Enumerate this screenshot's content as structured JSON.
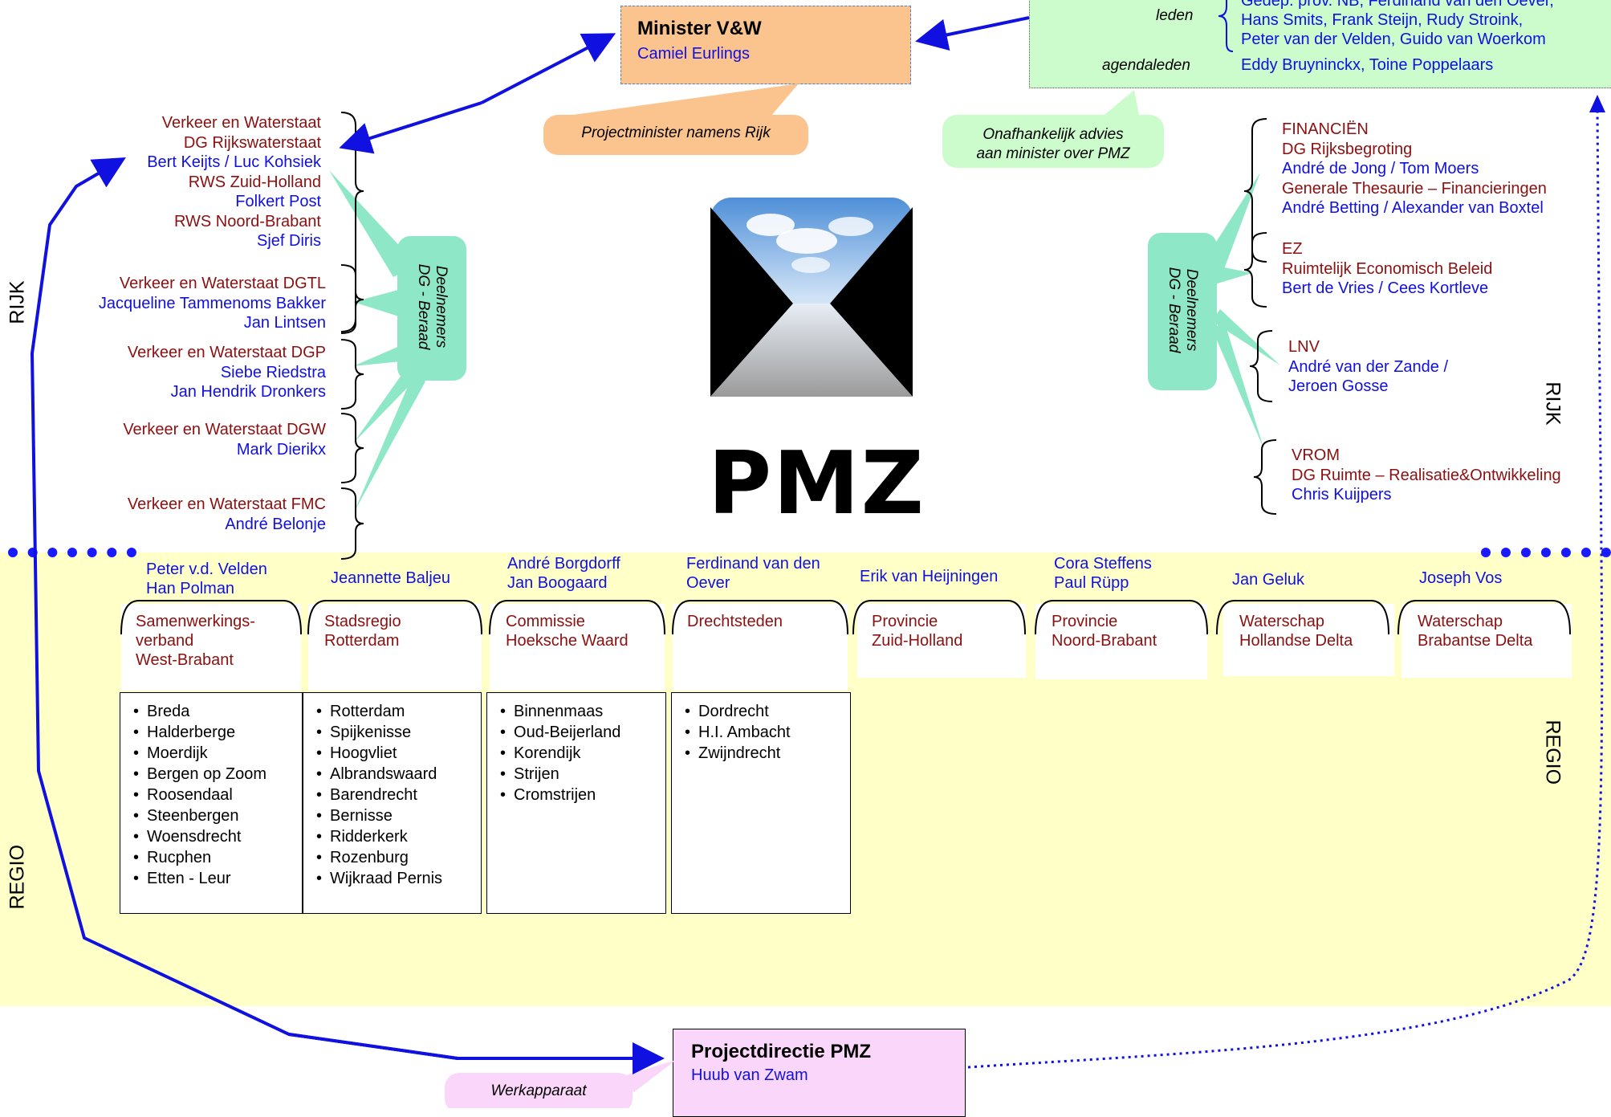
{
  "side_labels": {
    "rijk": "RIJK",
    "regio": "REGIO"
  },
  "minister": {
    "title": "Minister V&W",
    "name": "Camiel Eurlings",
    "callout": "Projectminister namens Rijk"
  },
  "adviesraad": {
    "leden_label": "leden",
    "leden": [
      "Gedep. prov. NB, Ferdinand van den Oever,",
      "Hans Smits, Frank Steijn, Rudy Stroink,",
      "Peter van der Velden, Guido van Woerkom"
    ],
    "agendaleden_label": "agendaleden",
    "agendaleden": "Eddy Bruyninckx, Toine Poppelaars",
    "callout": [
      "Onafhankelijk advies",
      "aan minister over PMZ"
    ]
  },
  "dg_beraad_label": [
    "Deelnemers",
    "DG - Beraad"
  ],
  "left_groups": [
    {
      "lines": [
        {
          "text": "Verkeer en Waterstaat",
          "c": "red"
        },
        {
          "text": "DG Rijkswaterstaat",
          "c": "red"
        },
        {
          "text": "Bert Keijts / Luc Kohsiek",
          "c": "blue"
        },
        {
          "text": "RWS Zuid-Holland",
          "c": "red"
        },
        {
          "text": "Folkert Post",
          "c": "blue"
        },
        {
          "text": "RWS Noord-Brabant",
          "c": "red"
        },
        {
          "text": "Sjef Diris",
          "c": "blue"
        }
      ]
    },
    {
      "lines": [
        {
          "text": "Verkeer en Waterstaat DGTL",
          "c": "red"
        },
        {
          "text": "Jacqueline Tammenoms Bakker",
          "c": "blue"
        },
        {
          "text": "Jan Lintsen",
          "c": "blue"
        }
      ]
    },
    {
      "lines": [
        {
          "text": "Verkeer en Waterstaat DGP",
          "c": "red"
        },
        {
          "text": "Siebe Riedstra",
          "c": "blue"
        },
        {
          "text": "Jan Hendrik Dronkers",
          "c": "blue"
        }
      ]
    },
    {
      "lines": [
        {
          "text": "Verkeer en Waterstaat DGW",
          "c": "red"
        },
        {
          "text": "Mark Dierikx",
          "c": "blue"
        }
      ]
    },
    {
      "lines": [
        {
          "text": "Verkeer en Waterstaat FMC",
          "c": "red"
        },
        {
          "text": "André Belonje",
          "c": "blue"
        }
      ]
    }
  ],
  "right_groups": [
    {
      "lines": [
        {
          "text": "FINANCIËN",
          "c": "red"
        },
        {
          "text": "DG Rijksbegroting",
          "c": "red"
        },
        {
          "text": "André de Jong / Tom Moers",
          "c": "blue"
        },
        {
          "text": "Generale Thesaurie – Financieringen",
          "c": "red"
        },
        {
          "text": "André Betting / Alexander van Boxtel",
          "c": "blue"
        }
      ]
    },
    {
      "lines": [
        {
          "text": "EZ",
          "c": "red"
        },
        {
          "text": "Ruimtelijk Economisch Beleid",
          "c": "red"
        },
        {
          "text": "Bert de Vries / Cees Kortleve",
          "c": "blue"
        }
      ]
    },
    {
      "lines": [
        {
          "text": "LNV",
          "c": "red"
        },
        {
          "text": "André van der Zande /",
          "c": "blue"
        },
        {
          "text": "Jeroen Gosse",
          "c": "blue"
        }
      ]
    },
    {
      "lines": [
        {
          "text": "VROM",
          "c": "red"
        },
        {
          "text": "DG Ruimte – Realisatie&Ontwikkeling",
          "c": "red"
        },
        {
          "text": "Chris Kuijpers",
          "c": "blue"
        }
      ]
    }
  ],
  "logo": {
    "text": "PMZ"
  },
  "regio_columns": [
    {
      "heads": [
        "Peter v.d. Velden",
        "Han Polman"
      ],
      "org": [
        "Samenwerkings-",
        "verband",
        "West-Brabant"
      ],
      "munis": [
        "Breda",
        "Halderberge",
        "Moerdijk",
        "Bergen op Zoom",
        "Roosendaal",
        "Steenbergen",
        "Woensdrecht",
        "Rucphen",
        "Etten - Leur"
      ]
    },
    {
      "heads": [
        "Jeannette Baljeu"
      ],
      "org": [
        "Stadsregio",
        "Rotterdam"
      ],
      "munis": [
        "Rotterdam",
        "Spijkenisse",
        "Hoogvliet",
        "Albrandswaard",
        "Barendrecht",
        "Bernisse",
        "Ridderkerk",
        "Rozenburg",
        "Wijkraad Pernis"
      ]
    },
    {
      "heads": [
        "André Borgdorff",
        "Jan Boogaard"
      ],
      "org": [
        "Commissie",
        "Hoeksche Waard"
      ],
      "munis": [
        "Binnenmaas",
        "Oud-Beijerland",
        "Korendijk",
        "Strijen",
        "Cromstrijen"
      ]
    },
    {
      "heads": [
        "Ferdinand van den",
        "Oever"
      ],
      "org": [
        "Drechtsteden"
      ],
      "munis": [
        "Dordrecht",
        "H.I. Ambacht",
        "Zwijndrecht"
      ]
    },
    {
      "heads": [
        "Erik van Heijningen"
      ],
      "org": [
        "Provincie",
        "Zuid-Holland"
      ],
      "munis": []
    },
    {
      "heads": [
        "Cora Steffens",
        "Paul Rüpp"
      ],
      "org": [
        "Provincie",
        "Noord-Brabant"
      ],
      "munis": []
    },
    {
      "heads": [
        "Jan Geluk"
      ],
      "org": [
        "Waterschap",
        "Hollandse Delta"
      ],
      "munis": []
    },
    {
      "heads": [
        "Joseph Vos"
      ],
      "org": [
        "Waterschap",
        "Brabantse Delta"
      ],
      "munis": []
    }
  ],
  "projectdirectie": {
    "title": "Projectdirectie PMZ",
    "name": "Huub van Zwam",
    "callout": "Werkapparaat"
  },
  "colors": {
    "regio_bg": "#ffffc8",
    "minister_bg": "#fbc48e",
    "raad_bg": "#ccfccc",
    "pd_bg": "#fbd6fb",
    "callout_green": "#8ee8c8",
    "arrow_blue": "#1010e0"
  }
}
